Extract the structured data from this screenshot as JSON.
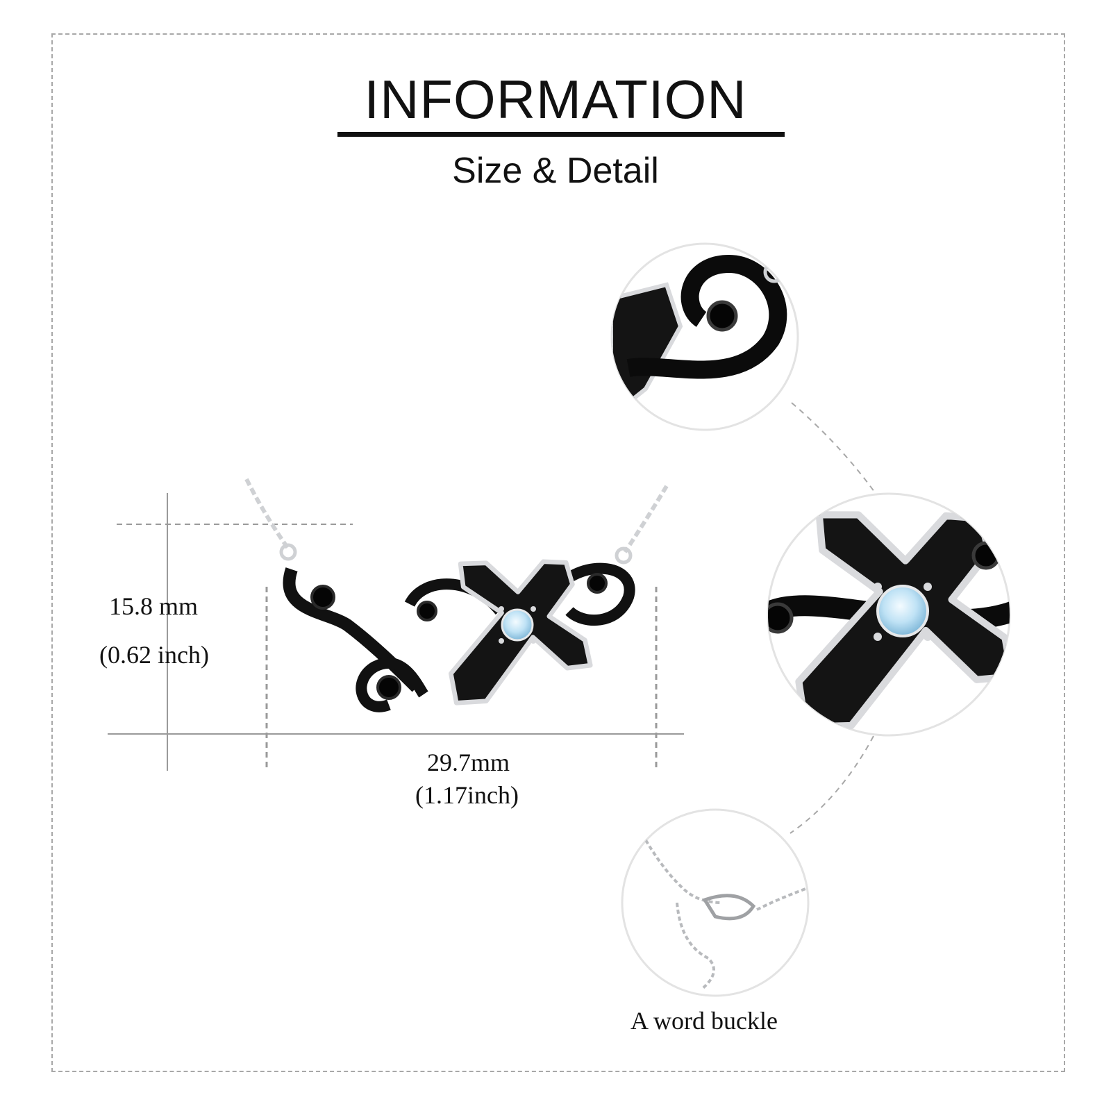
{
  "header": {
    "title": "INFORMATION",
    "subtitle": "Size & Detail"
  },
  "dimensions": {
    "height_mm": "15.8 mm",
    "height_inch": "(0.62 inch)",
    "width_mm": "29.7mm",
    "width_inch": "(1.17inch)"
  },
  "details": {
    "buckle_caption": "A word buckle"
  },
  "colors": {
    "frame_border": "#a8a8a8",
    "pendant_black": "#141414",
    "silver": "#d9dadd",
    "moonstone": "#bfe2f5",
    "onyx": "#050505"
  }
}
